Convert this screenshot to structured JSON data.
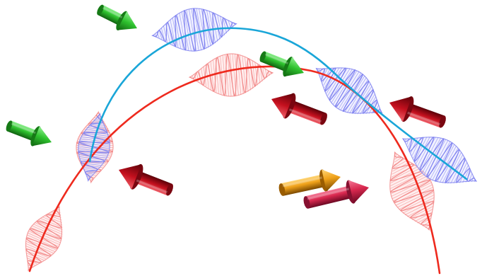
{
  "diagram": {
    "palette": {
      "background": "#ffffff",
      "red_trajectory": "#ee2a1e",
      "blue_trajectory": "#1aa6d8",
      "red_wave_mesh": "#f28a8a",
      "blue_wave_mesh": "#7f82f0",
      "red_wave_fill": "#ffe1e1",
      "blue_wave_fill": "#e6e6ff",
      "green_arrow": "#2ec22e",
      "green_arrow_dark": "#157a15",
      "red_arrow": "#c4101e",
      "red_arrow_dark": "#7a0610",
      "orange_arrow": "#f0a21a",
      "orange_arrow_dark": "#9a5c00",
      "crimson_arrow": "#d9284f",
      "crimson_arrow_dark": "#861030"
    },
    "trajectories": [
      {
        "name": "red-trajectory",
        "color_key": "red_trajectory"
      },
      {
        "name": "blue-trajectory",
        "color_key": "blue_trajectory"
      }
    ],
    "wave_packets": [
      {
        "name": "red-wave-packet",
        "count": 4,
        "color_key": "red_wave_mesh"
      },
      {
        "name": "blue-wave-packet",
        "count": 4,
        "color_key": "blue_wave_mesh"
      }
    ],
    "arrows": [
      {
        "name": "green-arrow",
        "count": 3,
        "color_key": "green_arrow"
      },
      {
        "name": "red-arrow",
        "count": 3,
        "color_key": "red_arrow"
      },
      {
        "name": "orange-arrow",
        "count": 1,
        "color_key": "orange_arrow"
      },
      {
        "name": "crimson-arrow",
        "count": 1,
        "color_key": "crimson_arrow"
      }
    ]
  }
}
